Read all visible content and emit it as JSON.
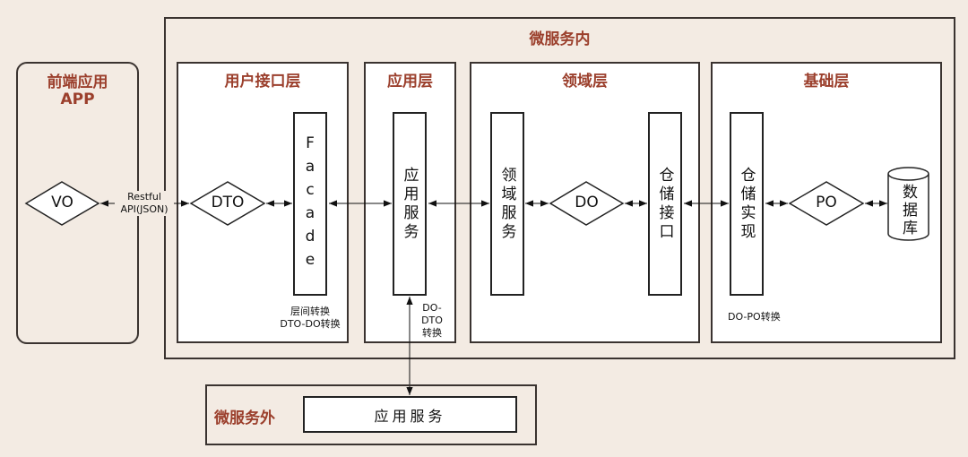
{
  "outer": {
    "title": "微服务内"
  },
  "frontend": {
    "title_line1": "前端应用",
    "title_line2": "APP",
    "vo": "VO"
  },
  "api_label": {
    "line1": "Restful",
    "line2": "API(JSON)"
  },
  "ui_layer": {
    "title": "用户接口层",
    "dto": "DTO",
    "facade": "Facade",
    "note_line1": "层间转换",
    "note_line2": "DTO-DO转换"
  },
  "app_layer": {
    "title": "应用层",
    "service": "应用服务",
    "note_line1": "DO-",
    "note_line2": "DTO",
    "note_line3": "转换"
  },
  "domain_layer": {
    "title": "领域层",
    "service": "领域服务",
    "do": "DO",
    "repo_interface": "仓储接口"
  },
  "infra_layer": {
    "title": "基础层",
    "repo_impl": "仓储实现",
    "po": "PO",
    "database": "数据库",
    "note": "DO-PO转换"
  },
  "external": {
    "title": "微服务外",
    "service": "应用服务"
  },
  "colors": {
    "background": "#f3ebe3",
    "title": "#9b3f2c"
  }
}
